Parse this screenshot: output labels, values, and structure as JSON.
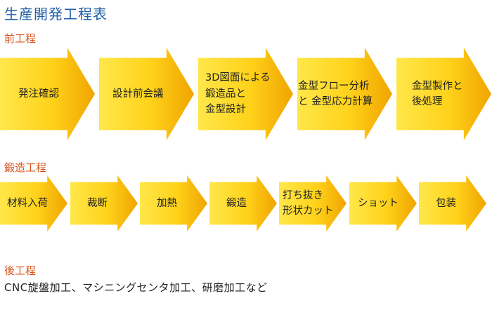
{
  "title": "生産開発工程表",
  "sections": {
    "pre": {
      "label": "前工程",
      "steps": [
        "発注確認",
        "設計前会議",
        "3D図面による\n鍛造品と\n金型設計",
        "金型フロー分析\nと 金型応力計算",
        "金型製作と\n後処理"
      ]
    },
    "forging": {
      "label": "鍛造工程",
      "steps": [
        "材料入荷",
        "裁断",
        "加熱",
        "鍛造",
        "打ち抜き\n形状カット",
        "ショット",
        "包装"
      ]
    },
    "post": {
      "label": "後工程",
      "text": "CNC旋盤加工、マシニングセンタ加工、研磨加工など"
    }
  },
  "colors": {
    "title": "#1f5fa8",
    "section_label": "#d9541e",
    "arrow_light": "#ffe74a",
    "arrow_dark": "#f0a400"
  }
}
